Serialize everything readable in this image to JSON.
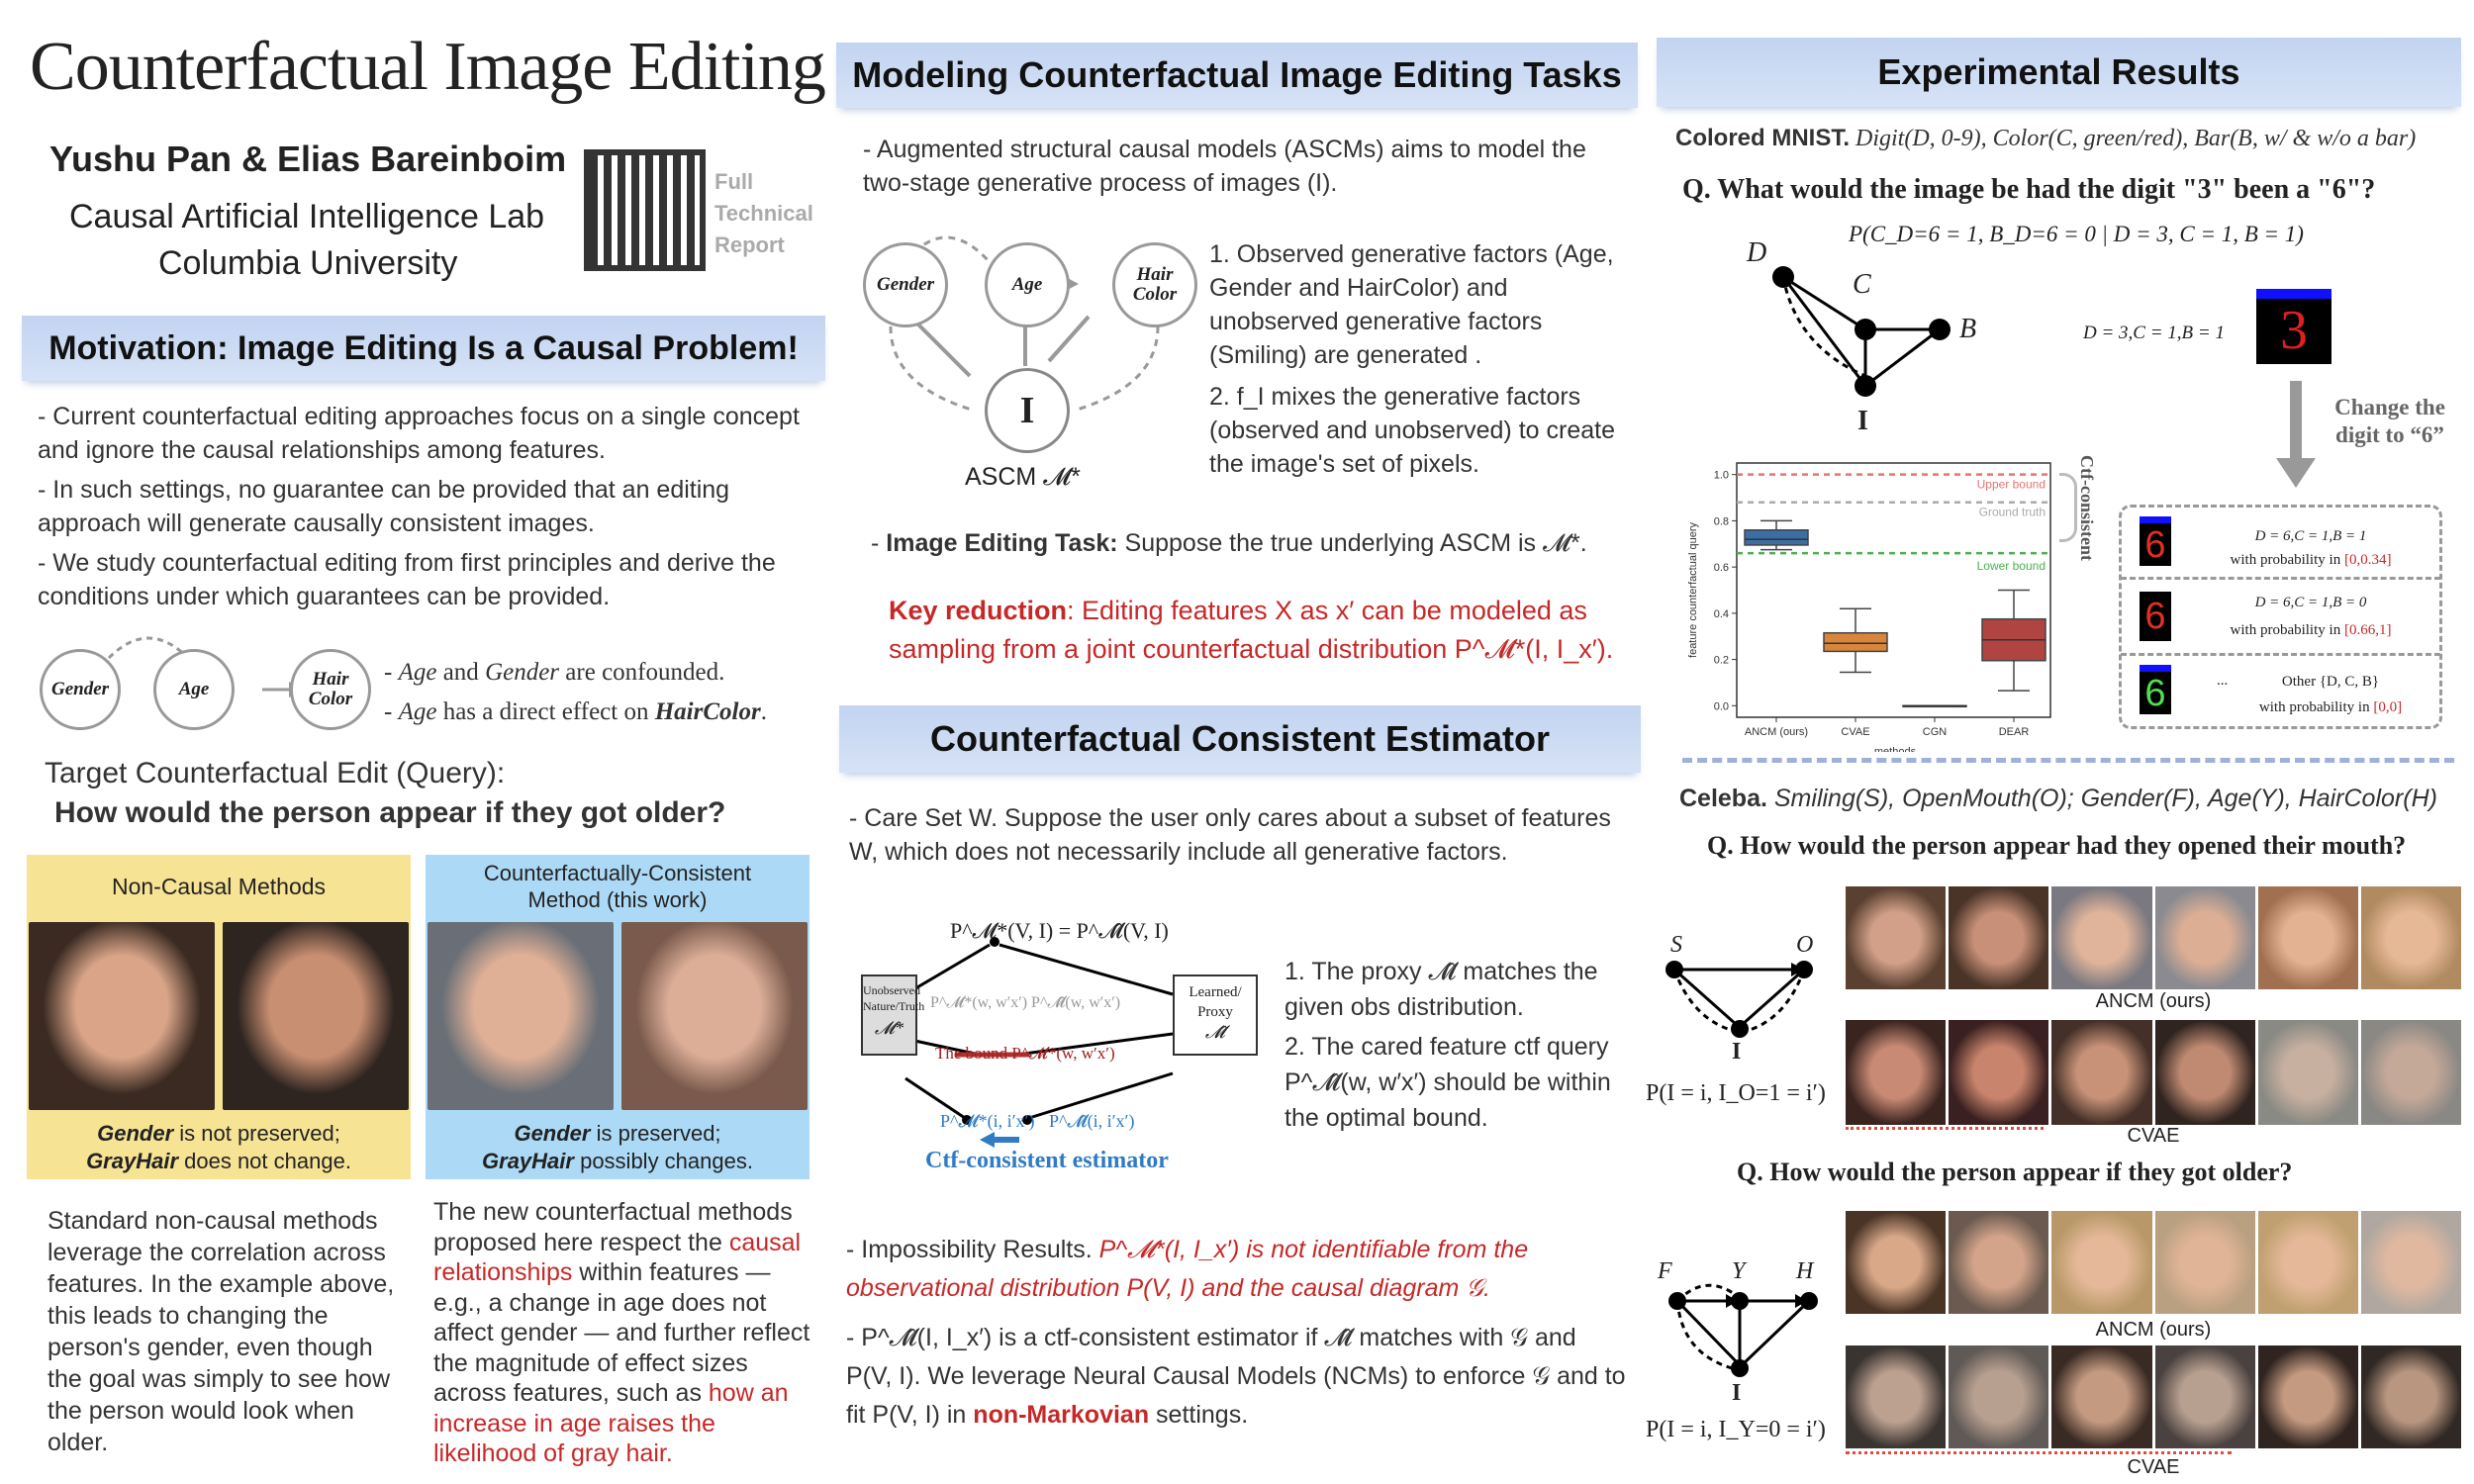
{
  "title": "Counterfactual Image Editing",
  "authors": "Yushu Pan & Elias Bareinboim",
  "lab": "Causal Artificial Intelligence Lab",
  "university": "Columbia University",
  "qr_label": [
    "Full",
    "Technical",
    "Report"
  ],
  "motivation": {
    "header": "Motivation: Image Editing Is a Causal Problem!",
    "bullets": [
      "-  Current counterfactual editing approaches focus on a single concept and ignore the causal relationships among features.",
      "-  In such settings, no guarantee can be provided that an editing approach will generate causally consistent images.",
      "- We study counterfactual editing from first principles and derive the conditions under which guarantees can be provided."
    ],
    "nodes": [
      "Gender",
      "Age",
      "Hair Color"
    ],
    "notes": [
      {
        "a": "Age",
        "b": " and ",
        "c": "Gender",
        "d": " are confounded."
      },
      {
        "a": "Age",
        "b": " has a direct effect on ",
        "c": "HairColor",
        "d": "."
      }
    ],
    "query_label": "Target Counterfactual Edit (Query):",
    "query": "How would the person appear if they got older?",
    "noncausal": {
      "title": "Non-Causal Methods",
      "cap1a": "Gender",
      "cap1b": " is not preserved;",
      "cap2a": "GrayHair",
      "cap2b": " does not change.",
      "text": "Standard non-causal methods leverage the correlation across features. In the example above, this leads to changing the person's gender, even though the goal was simply to see how the person would look when older."
    },
    "causal": {
      "title": "Counterfactually-Consistent Method (this work)",
      "cap1a": "Gender",
      "cap1b": " is preserved;",
      "cap2a": "GrayHair",
      "cap2b": " possibly changes.",
      "text1": "The new counterfactual methods proposed here respect the ",
      "red1": "causal relationships",
      "text2": " within features — e.g., a change in age does not affect gender — and further reflect the magnitude of effect sizes across features, such as ",
      "red2": "how an increase in age raises the likelihood of gray hair."
    }
  },
  "modeling": {
    "header": "Modeling Counterfactual Image Editing Tasks",
    "bullet": "-  Augmented structural causal models (ASCMs) aims to model the two-stage generative process of images (I).",
    "nodes": [
      "Gender",
      "Age",
      "Hair Color",
      "I"
    ],
    "ascm_label": "ASCM 𝓜*",
    "list": [
      "1. Observed generative factors (Age, Gender and HairColor) and unobserved generative factors (Smiling) are generated .",
      "2. f_I mixes the generative factors (observed and unobserved) to create the image's set of pixels."
    ],
    "task_label": "Image Editing Task:",
    "task_text": " Suppose the true underlying ASCM is 𝓜*.",
    "key_label": "Key reduction",
    "key_text": ": Editing features X as x′ can be modeled as sampling from a joint counterfactual distribution P^𝓜*(I, I_x′)."
  },
  "estimator": {
    "header": "Counterfactual Consistent Estimator",
    "care": "-  Care Set W. Suppose the user only cares about a subset of features W, which does not necessarily include all generative factors.",
    "diagram": {
      "top": "P^𝓜*(V, I) = P^𝓜̂(V, I)",
      "left_box": [
        "Unobserved",
        "Nature/Truth",
        "𝓜*"
      ],
      "right_box": [
        "Learned/",
        "Proxy",
        "𝓜̂"
      ],
      "gray": "P^𝓜*(w, w′x′)  P^𝓜̂(w, w′x′)",
      "bound": "The bound P^𝓜*(w, w′x′)",
      "bottom_left": "P^𝓜*(i, i′x′)",
      "bottom_right": "P^𝓜̂(i, i′x′)",
      "caption": "Ctf-consistent estimator"
    },
    "list": [
      "1. The proxy 𝓜̂ matches the given obs distribution.",
      "2.  The cared feature ctf query P^𝓜̂(w, w′x′) should be within the optimal bound."
    ],
    "impossibility_label": "-  Impossibility Results. ",
    "impossibility_red": "P^𝓜*(I, I_x′) is not identifiable from the observational distribution P(V, I) and the causal diagram 𝒢.",
    "bullet2a": "-  P^𝓜̂(I, I_x′) is a ctf-consistent estimator if 𝓜̂ matches with 𝒢 and P(V, I). We leverage Neural Causal Models (NCMs) to enforce 𝒢 and to fit P(V, I) in ",
    "bullet2red": "non-Markovian",
    "bullet2b": " settings."
  },
  "results": {
    "header": "Experimental Results",
    "mnist_label": "Colored MNIST.",
    "mnist_vars": " Digit(D, 0-9), Color(C, green/red), Bar(B, w/ & w/o a bar)",
    "q1": "Q. What would the image be had the digit \"3\" been a \"6\"?",
    "q1_formula": "P(C_D=6 = 1, B_D=6 = 0 | D = 3, C = 1, B = 1)",
    "graph1_nodes": [
      "D",
      "C",
      "B",
      "I"
    ],
    "given": "D = 3,C = 1,B = 1",
    "change_label": "Change the digit to “6”",
    "ctf_consistent": "Ctf-consistent",
    "outcomes": [
      {
        "eq": "D = 6,C = 1,B = 1",
        "prob_label": "with probability in ",
        "prob": "[0,0.34]"
      },
      {
        "eq": "D = 6,C = 1,B = 0",
        "prob_label": "with probability in ",
        "prob": "[0.66,1]"
      },
      {
        "eq": "Other {D, C, B}",
        "prob_label": "with probability in ",
        "prob": "[0,0]",
        "prefix": "..."
      }
    ],
    "celeba_label": "Celeba.",
    "celeba_vars": " Smiling(S), OpenMouth(O); Gender(F), Age(Y), HairColor(H)",
    "q2": "Q. How would the person appear had they opened their mouth?",
    "graph2_nodes": [
      "S",
      "O",
      "I"
    ],
    "q2_formula": "P(I = i, I_O=1 = i′)",
    "q3": "Q. How would the person appear if they got older?",
    "graph3_nodes": [
      "F",
      "Y",
      "H",
      "I"
    ],
    "q3_formula": "P(I = i, I_Y=0 = i′)",
    "ancm": "ANCM (ours)",
    "cvae": "CVAE"
  },
  "chart_data": {
    "type": "box",
    "categories": [
      "ANCM (ours)",
      "CVAE",
      "CGN",
      "DEAR"
    ],
    "boxes": [
      {
        "min": 0.675,
        "q1": 0.695,
        "median": 0.72,
        "q3": 0.76,
        "max": 0.8,
        "color": "#3a6fa5"
      },
      {
        "min": 0.145,
        "q1": 0.235,
        "median": 0.27,
        "q3": 0.315,
        "max": 0.42,
        "color": "#d9853b"
      },
      {
        "min": 0.0,
        "q1": 0.0,
        "median": 0.0,
        "q3": 0.0,
        "max": 0.0,
        "color": "#5a9e4b"
      },
      {
        "min": 0.065,
        "q1": 0.195,
        "median": 0.285,
        "q3": 0.375,
        "max": 0.5,
        "color": "#b04440"
      }
    ],
    "reference_lines": [
      {
        "label": "Upper bound",
        "value": 1.0,
        "color": "#e57373"
      },
      {
        "label": "Ground truth",
        "value": 0.88,
        "color": "#aaaaaa"
      },
      {
        "label": "Lower bound",
        "value": 0.66,
        "color": "#4caf50"
      }
    ],
    "xlabel": "methods",
    "ylabel": "feature counterfactual query",
    "yticks": [
      "0.0",
      "0.2",
      "0.4",
      "0.6",
      "0.8",
      "1.0"
    ],
    "ylim": [
      -0.05,
      1.05
    ]
  }
}
